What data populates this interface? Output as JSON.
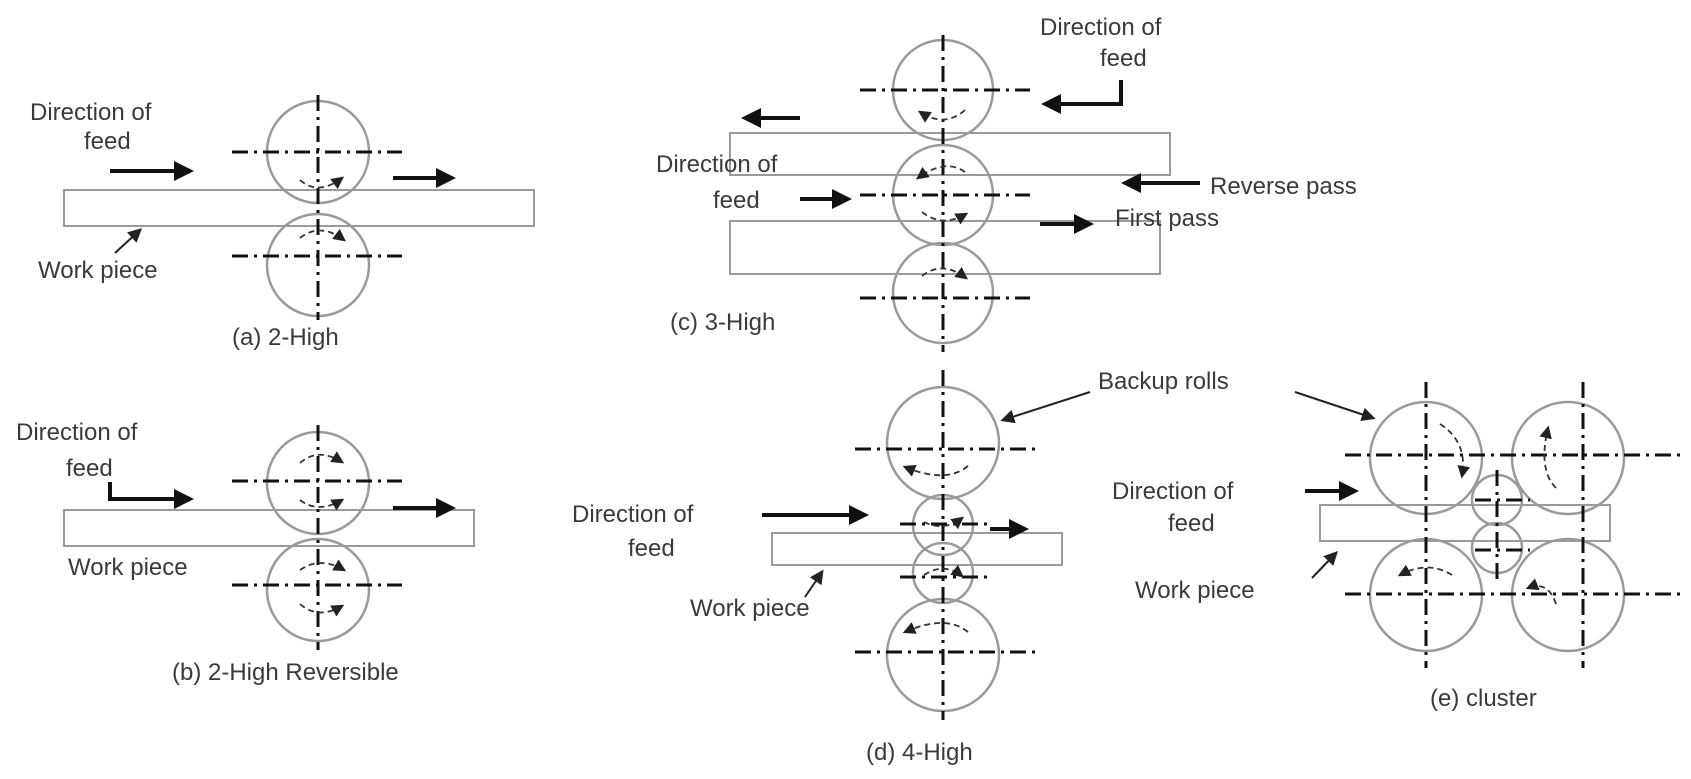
{
  "diagrams": {
    "a": {
      "caption": "(a) 2-High",
      "feed_label_1": "Direction of",
      "feed_label_2": "feed",
      "work_label": "Work piece"
    },
    "b": {
      "caption": "(b) 2-High Reversible",
      "feed_label_1": "Direction of",
      "feed_label_2": "feed",
      "work_label": "Work piece"
    },
    "c": {
      "caption": "(c) 3-High",
      "top_label_1": "Direction of",
      "top_label_2": "feed",
      "feed_label_1": "Direction of",
      "feed_label_2": "feed",
      "reverse_label": "Reverse pass",
      "first_label": "First pass"
    },
    "d": {
      "caption": "(d) 4-High",
      "backup_label": "Backup rolls",
      "feed_label_1": "Direction of",
      "feed_label_2": "feed",
      "work_label": "Work piece"
    },
    "e": {
      "caption": "(e) cluster",
      "feed_label_1": "Direction of",
      "feed_label_2": "feed",
      "work_label": "Work piece"
    }
  }
}
